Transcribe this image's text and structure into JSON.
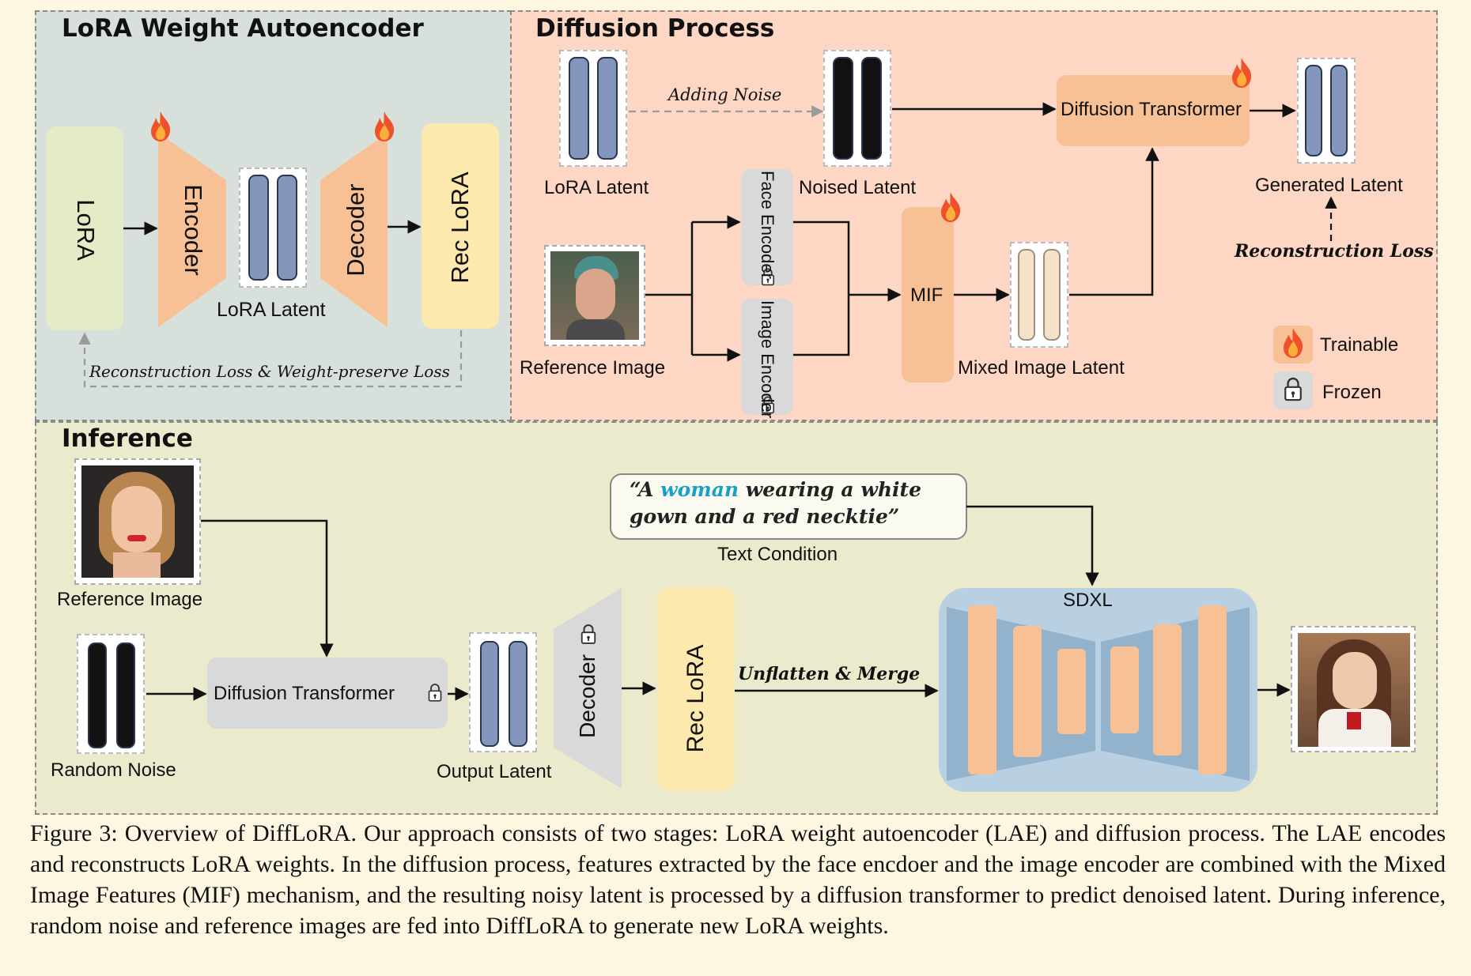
{
  "colors": {
    "lae_bg": "#d7e0da",
    "diffusion_bg": "#fdd6c4",
    "inference_bg": "#eceacc",
    "orange_block": "#f7c195",
    "lora_green": "#e3ecc6",
    "rec_lora_yellow": "#fde9ad",
    "gray_block": "#d9d9d9",
    "latent_blue": "#8496bb",
    "latent_black": "#111111",
    "latent_cream": "#f6e2c8",
    "highlight_cyan": "#1aa0c8",
    "sdxl_bg": "#b9d0e2"
  },
  "lae": {
    "title": "LoRA Weight Autoencoder",
    "lora": "LoRA",
    "encoder": "Encoder",
    "decoder": "Decoder",
    "rec_lora": "Rec LoRA",
    "latent_label": "LoRA Latent",
    "loss": "Reconstruction Loss & Weight-preserve Loss"
  },
  "diffusion": {
    "title": "Diffusion Process",
    "lora_latent": "LoRA Latent",
    "adding_noise": "Adding Noise",
    "noised_latent": "Noised Latent",
    "transformer": "Diffusion Transformer",
    "generated_latent": "Generated Latent",
    "reconstruction_loss": "Reconstruction Loss",
    "face_encoder": "Face Encoder",
    "image_encoder": "Image Encoder",
    "mif": "MIF",
    "mixed_latent": "Mixed Image Latent",
    "reference_image": "Reference Image"
  },
  "legend": {
    "trainable": "Trainable",
    "frozen": "Frozen",
    "trainable_icon": "flame-icon",
    "frozen_icon": "lock-icon"
  },
  "inference": {
    "title": "Inference",
    "reference_image": "Reference Image",
    "random_noise": "Random Noise",
    "transformer": "Diffusion Transformer",
    "output_latent": "Output Latent",
    "decoder": "Decoder",
    "rec_lora": "Rec LoRA",
    "unflatten": "Unflatten & Merge",
    "sdxl": "SDXL",
    "text_condition": "Text Condition",
    "prompt_open": "“A ",
    "prompt_highlight": "woman",
    "prompt_line1_rest": " wearing a white",
    "prompt_line2": "gown and a red necktie”"
  },
  "caption": "Figure 3: Overview of DiffLoRA. Our approach consists of two stages: LoRA weight autoencoder (LAE) and diffusion process. The LAE encodes and reconstructs LoRA weights. In the diffusion process, features extracted by the face encdoer and the image encoder are combined with the Mixed Image Features (MIF) mechanism, and the resulting noisy latent is processed by a diffusion transformer to predict denoised latent. During inference, random noise and reference images are fed into DiffLoRA to generate new LoRA weights."
}
